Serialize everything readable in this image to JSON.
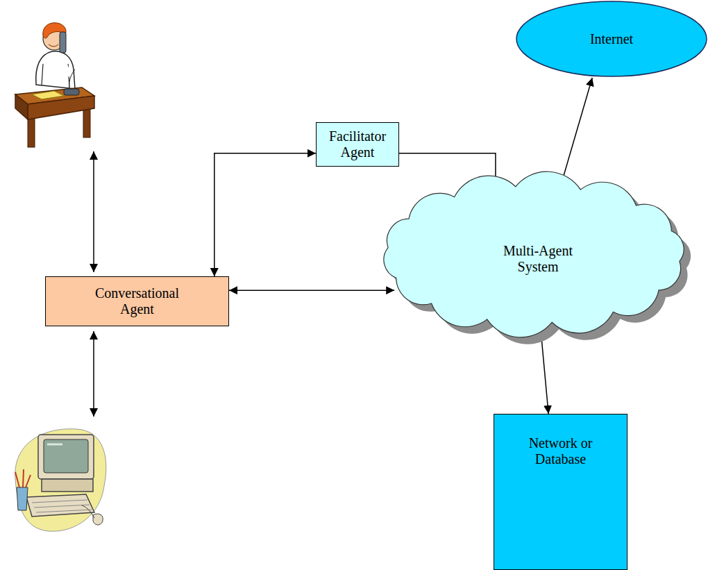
{
  "diagram": {
    "nodes": [
      {
        "text": [
          "Internet"
        ]
      },
      {
        "text": [
          "Facilitator Agent"
        ]
      },
      {
        "text": [
          "Conversational Agent"
        ]
      },
      {
        "text": [
          "Multi-Agent System"
        ]
      },
      {
        "text": [
          "Network or Database"
        ]
      }
    ],
    "edges": [
      {
        "from": 2,
        "to": 1,
        "arrow": "both"
      },
      {
        "from": 1,
        "to": 3,
        "arrow": "to"
      },
      {
        "from": 2,
        "to": 3,
        "arrow": "both"
      },
      {
        "from": 3,
        "to": 0,
        "arrow": "to"
      },
      {
        "from": 3,
        "to": 4,
        "arrow": "to"
      }
    ]
  }
}
